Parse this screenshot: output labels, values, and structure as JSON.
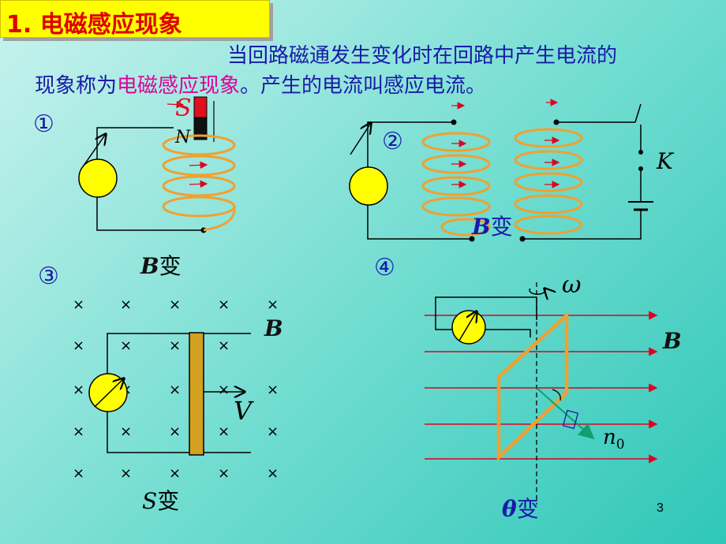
{
  "title": "1. 电磁感应现象",
  "intro": {
    "line1": "当回路磁通发生变化时在回路中产生电流的",
    "line2_a": "现象称为",
    "line2_b": "电磁感应现象",
    "line2_c": "。产生的电流叫感应电流。"
  },
  "figures": {
    "fig1": {
      "number": "①",
      "pole_s": "S",
      "pole_n": "N",
      "label_var": "B",
      "label_change": "变"
    },
    "fig2": {
      "number": "②",
      "switch": "K",
      "label_var": "B",
      "label_change": "变"
    },
    "fig3": {
      "number": "③",
      "field": "B",
      "velocity": "V",
      "label_var": "S",
      "label_change": "变"
    },
    "fig4": {
      "number": "④",
      "omega": "ω",
      "field": "B",
      "normal": "n",
      "normal_sub": "0",
      "label_var": "θ",
      "label_change": "变"
    }
  },
  "page_number": "3",
  "colors": {
    "coil": "#f0a030",
    "field_line": "#e00020",
    "galvanometer": "#ffff00",
    "normal_vector": "#10a070",
    "rod": "#d4a020"
  }
}
